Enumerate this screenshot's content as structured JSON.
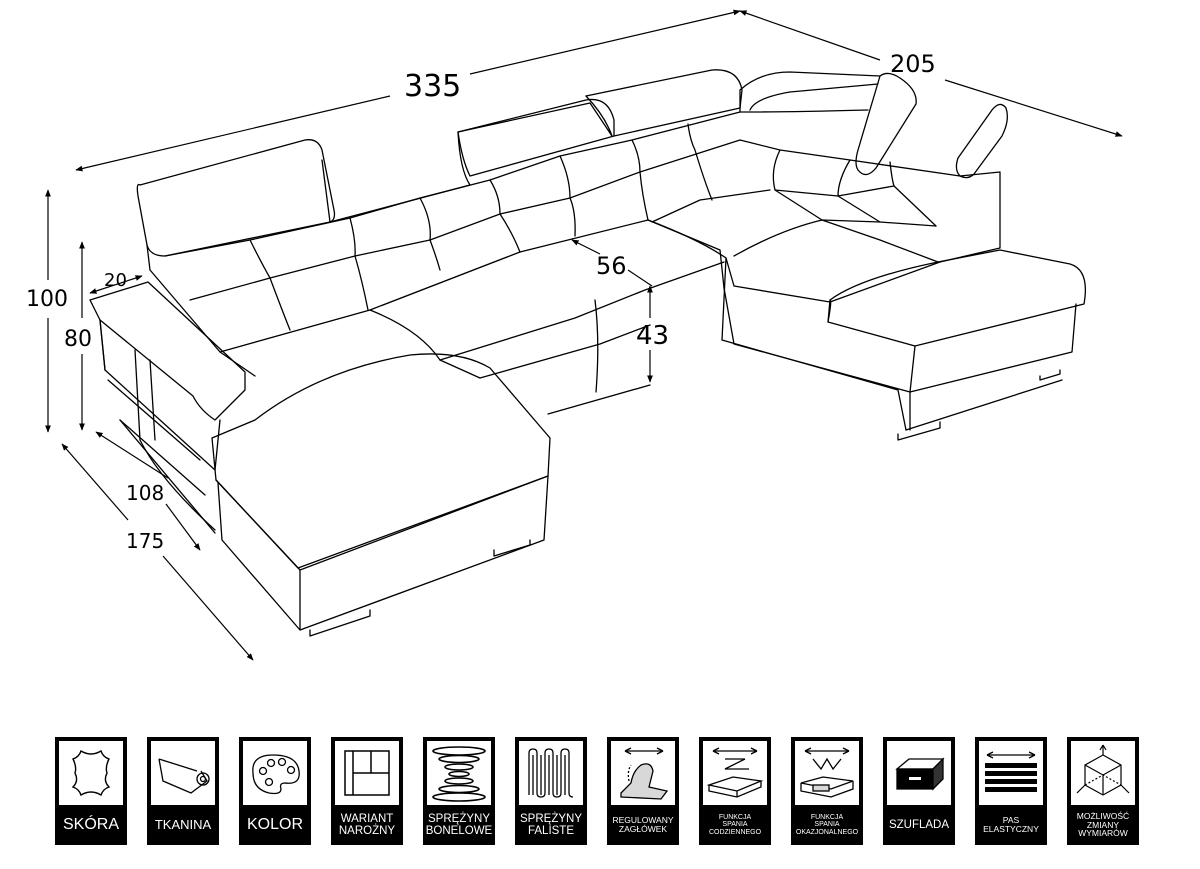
{
  "dimensions": {
    "width_total": "335",
    "width_side": "205",
    "height_total": "100",
    "height_seat_back": "80",
    "armrest": "20",
    "depth_chaise": "175",
    "depth_seat": "108",
    "seat_depth": "56",
    "seat_height": "43"
  },
  "features": [
    {
      "id": "skora",
      "label": "SKÓRA",
      "icon": "leather-hide-icon"
    },
    {
      "id": "tkanina",
      "label": "TKANINA",
      "icon": "fabric-roll-icon"
    },
    {
      "id": "kolor",
      "label": "KOLOR",
      "icon": "color-palette-icon"
    },
    {
      "id": "wariant",
      "label_lines": [
        "WARIANT",
        "NAROŻNY"
      ],
      "icon": "corner-variant-icon"
    },
    {
      "id": "bonelowe",
      "label_lines": [
        "SPRĘŻYNY",
        "BONELOWE"
      ],
      "icon": "bonnell-spring-icon"
    },
    {
      "id": "faliste",
      "label_lines": [
        "SPRĘŻYNY",
        "FALISTE"
      ],
      "icon": "zigzag-spring-icon"
    },
    {
      "id": "zaglowek",
      "label_lines": [
        "REGULOWANY",
        "ZAGŁÓWEK"
      ],
      "icon": "adjustable-headrest-icon"
    },
    {
      "id": "codzienne",
      "label_lines": [
        "FUNKCJA",
        "SPANIA",
        "CODZIENNEGO"
      ],
      "icon": "daily-sleep-icon"
    },
    {
      "id": "okazjonalne",
      "label_lines": [
        "FUNKCJA",
        "SPANIA",
        "OKAZJONALNEGO"
      ],
      "icon": "occasional-sleep-icon"
    },
    {
      "id": "szuflada",
      "label": "SZUFLADA",
      "icon": "drawer-icon"
    },
    {
      "id": "pas",
      "label_lines": [
        "PAS",
        "ELASTYCZNY"
      ],
      "icon": "elastic-belt-icon"
    },
    {
      "id": "zmiana",
      "label_lines": [
        "MOŻLIWOŚĆ",
        "ZMIANY",
        "WYMIARÓW"
      ],
      "icon": "resize-cube-icon"
    }
  ]
}
